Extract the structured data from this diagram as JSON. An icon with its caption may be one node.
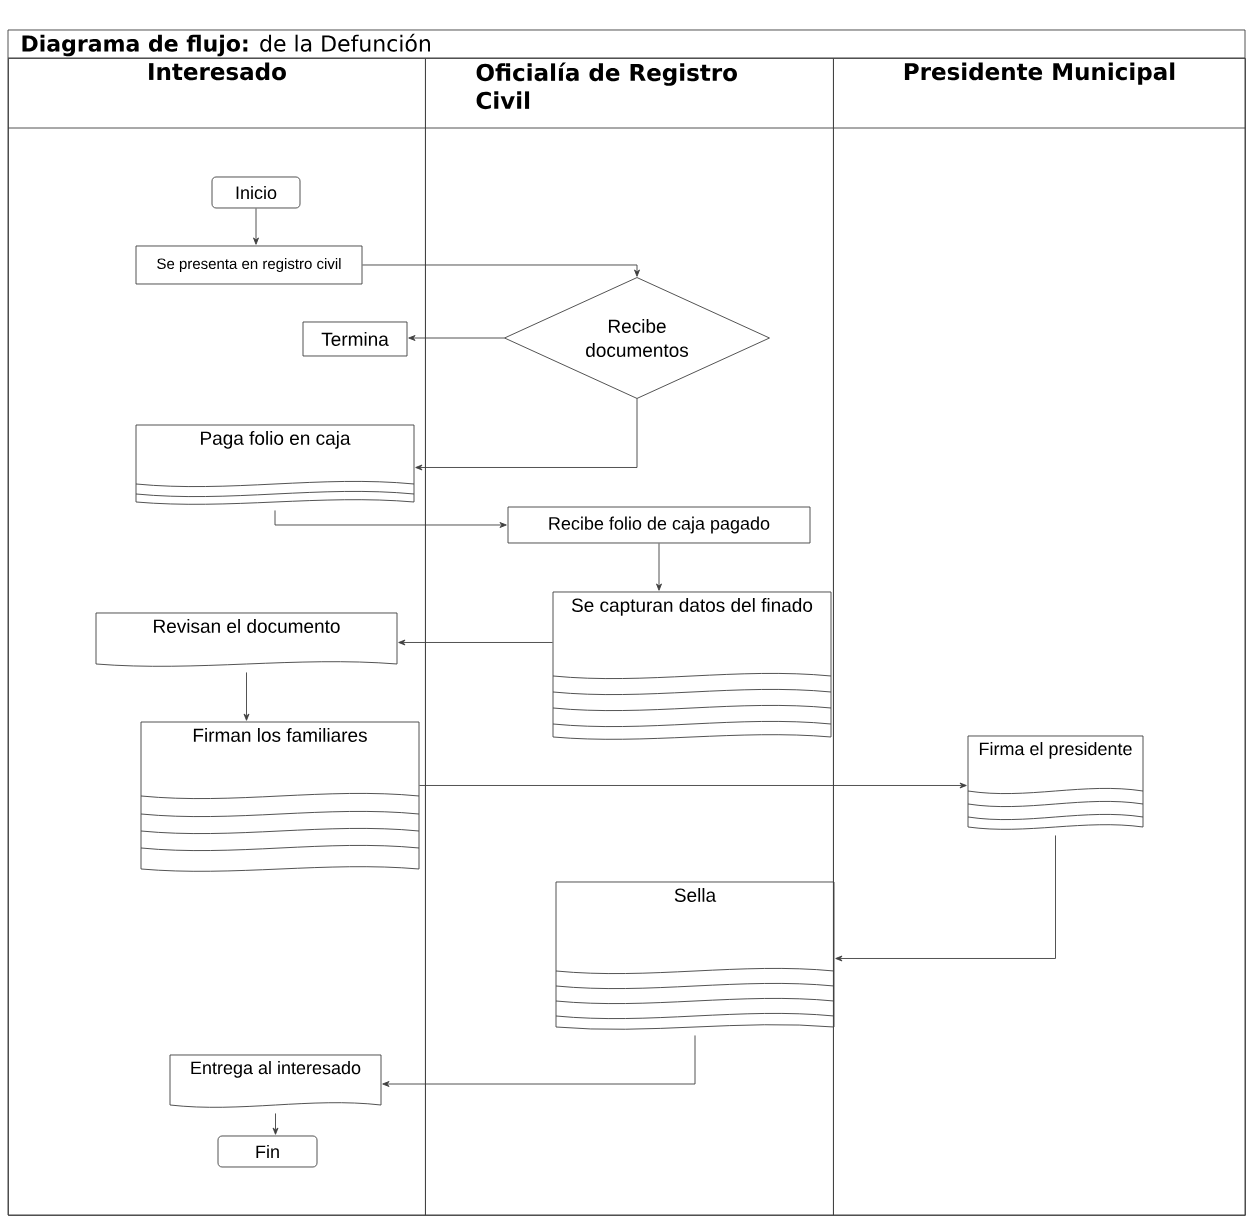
{
  "diagram": {
    "title": "**Diagrama de flujo:** de la Defunción",
    "nodes": [
      {
        "text": [
          "Interesado"
        ]
      },
      {
        "text": [
          "Oficialía de Registro Civil"
        ]
      },
      {
        "text": [
          "Presidente Municipal"
        ]
      },
      {
        "text": [
          "Inicio"
        ],
        "in": 0
      },
      {
        "text": [
          "Se presenta en  registro civil"
        ],
        "in": 0
      },
      {
        "text": [
          "Recibe documentos"
        ],
        "in": 1
      },
      {
        "text": [
          "Termina"
        ],
        "in": 0
      },
      {
        "text": [
          "Paga folio en caja"
        ],
        "in": 0
      },
      {
        "text": [
          "Recibe folio de caja pagado"
        ],
        "in": 1
      },
      {
        "text": [
          "Se capturan datos del finado"
        ],
        "in": 1
      },
      {
        "text": [
          "Revisan el documento"
        ],
        "in": 0
      },
      {
        "text": [
          "Firman los familiares"
        ],
        "in": 0
      },
      {
        "text": [
          "Firma el presidente"
        ],
        "in": 2
      },
      {
        "text": [
          "Sella"
        ],
        "in": 1
      },
      {
        "text": [
          "Entrega al interesado"
        ],
        "in": 0
      },
      {
        "text": [
          "Fin"
        ],
        "in": 0
      }
    ],
    "edges": [
      {
        "from": 3,
        "to": 4,
        "arrow": "to"
      },
      {
        "from": 4,
        "to": 5,
        "arrow": "to"
      },
      {
        "from": 5,
        "to": 6,
        "arrow": "to"
      },
      {
        "from": 5,
        "to": 7,
        "arrow": "to"
      },
      {
        "from": 7,
        "to": 8,
        "arrow": "to"
      },
      {
        "from": 8,
        "to": 9,
        "arrow": "to"
      },
      {
        "from": 9,
        "to": 10,
        "arrow": "to"
      },
      {
        "from": 10,
        "to": 11,
        "arrow": "to"
      },
      {
        "from": 11,
        "to": 12,
        "arrow": "to"
      },
      {
        "from": 12,
        "to": 13,
        "arrow": "to"
      },
      {
        "from": 13,
        "to": 14,
        "arrow": "to"
      },
      {
        "from": 14,
        "to": 15,
        "arrow": "to"
      }
    ]
  }
}
